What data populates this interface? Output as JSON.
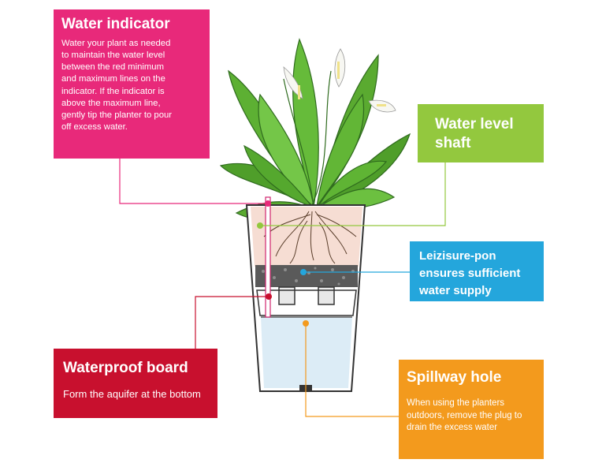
{
  "callouts": {
    "water_indicator": {
      "title": "Water indicator",
      "lines": [
        "Water your plant as needed",
        "to maintain the water level",
        "between the red minimum",
        "and maximum lines on the",
        "indicator. If the indicator is",
        "above the maximum line,",
        "gently tip the planter to pour",
        "off excess water."
      ],
      "color": "#e8297a"
    },
    "water_level_shaft": {
      "title_lines": [
        "Water level",
        "shaft"
      ],
      "color": "#93c83e"
    },
    "leizisure_pon": {
      "title_lines": [
        "Leizisure-pon",
        "ensures sufficient",
        "water supply"
      ],
      "color": "#24a6dc"
    },
    "waterproof_board": {
      "title": "Waterproof board",
      "body": "Form the aquifer at the bottom",
      "color": "#c8102e"
    },
    "spillway_hole": {
      "title": "Spillway hole",
      "lines": [
        "When using the planters",
        "outdoors, remove the plug to",
        "drain the excess water"
      ],
      "color": "#f39a1d"
    }
  }
}
